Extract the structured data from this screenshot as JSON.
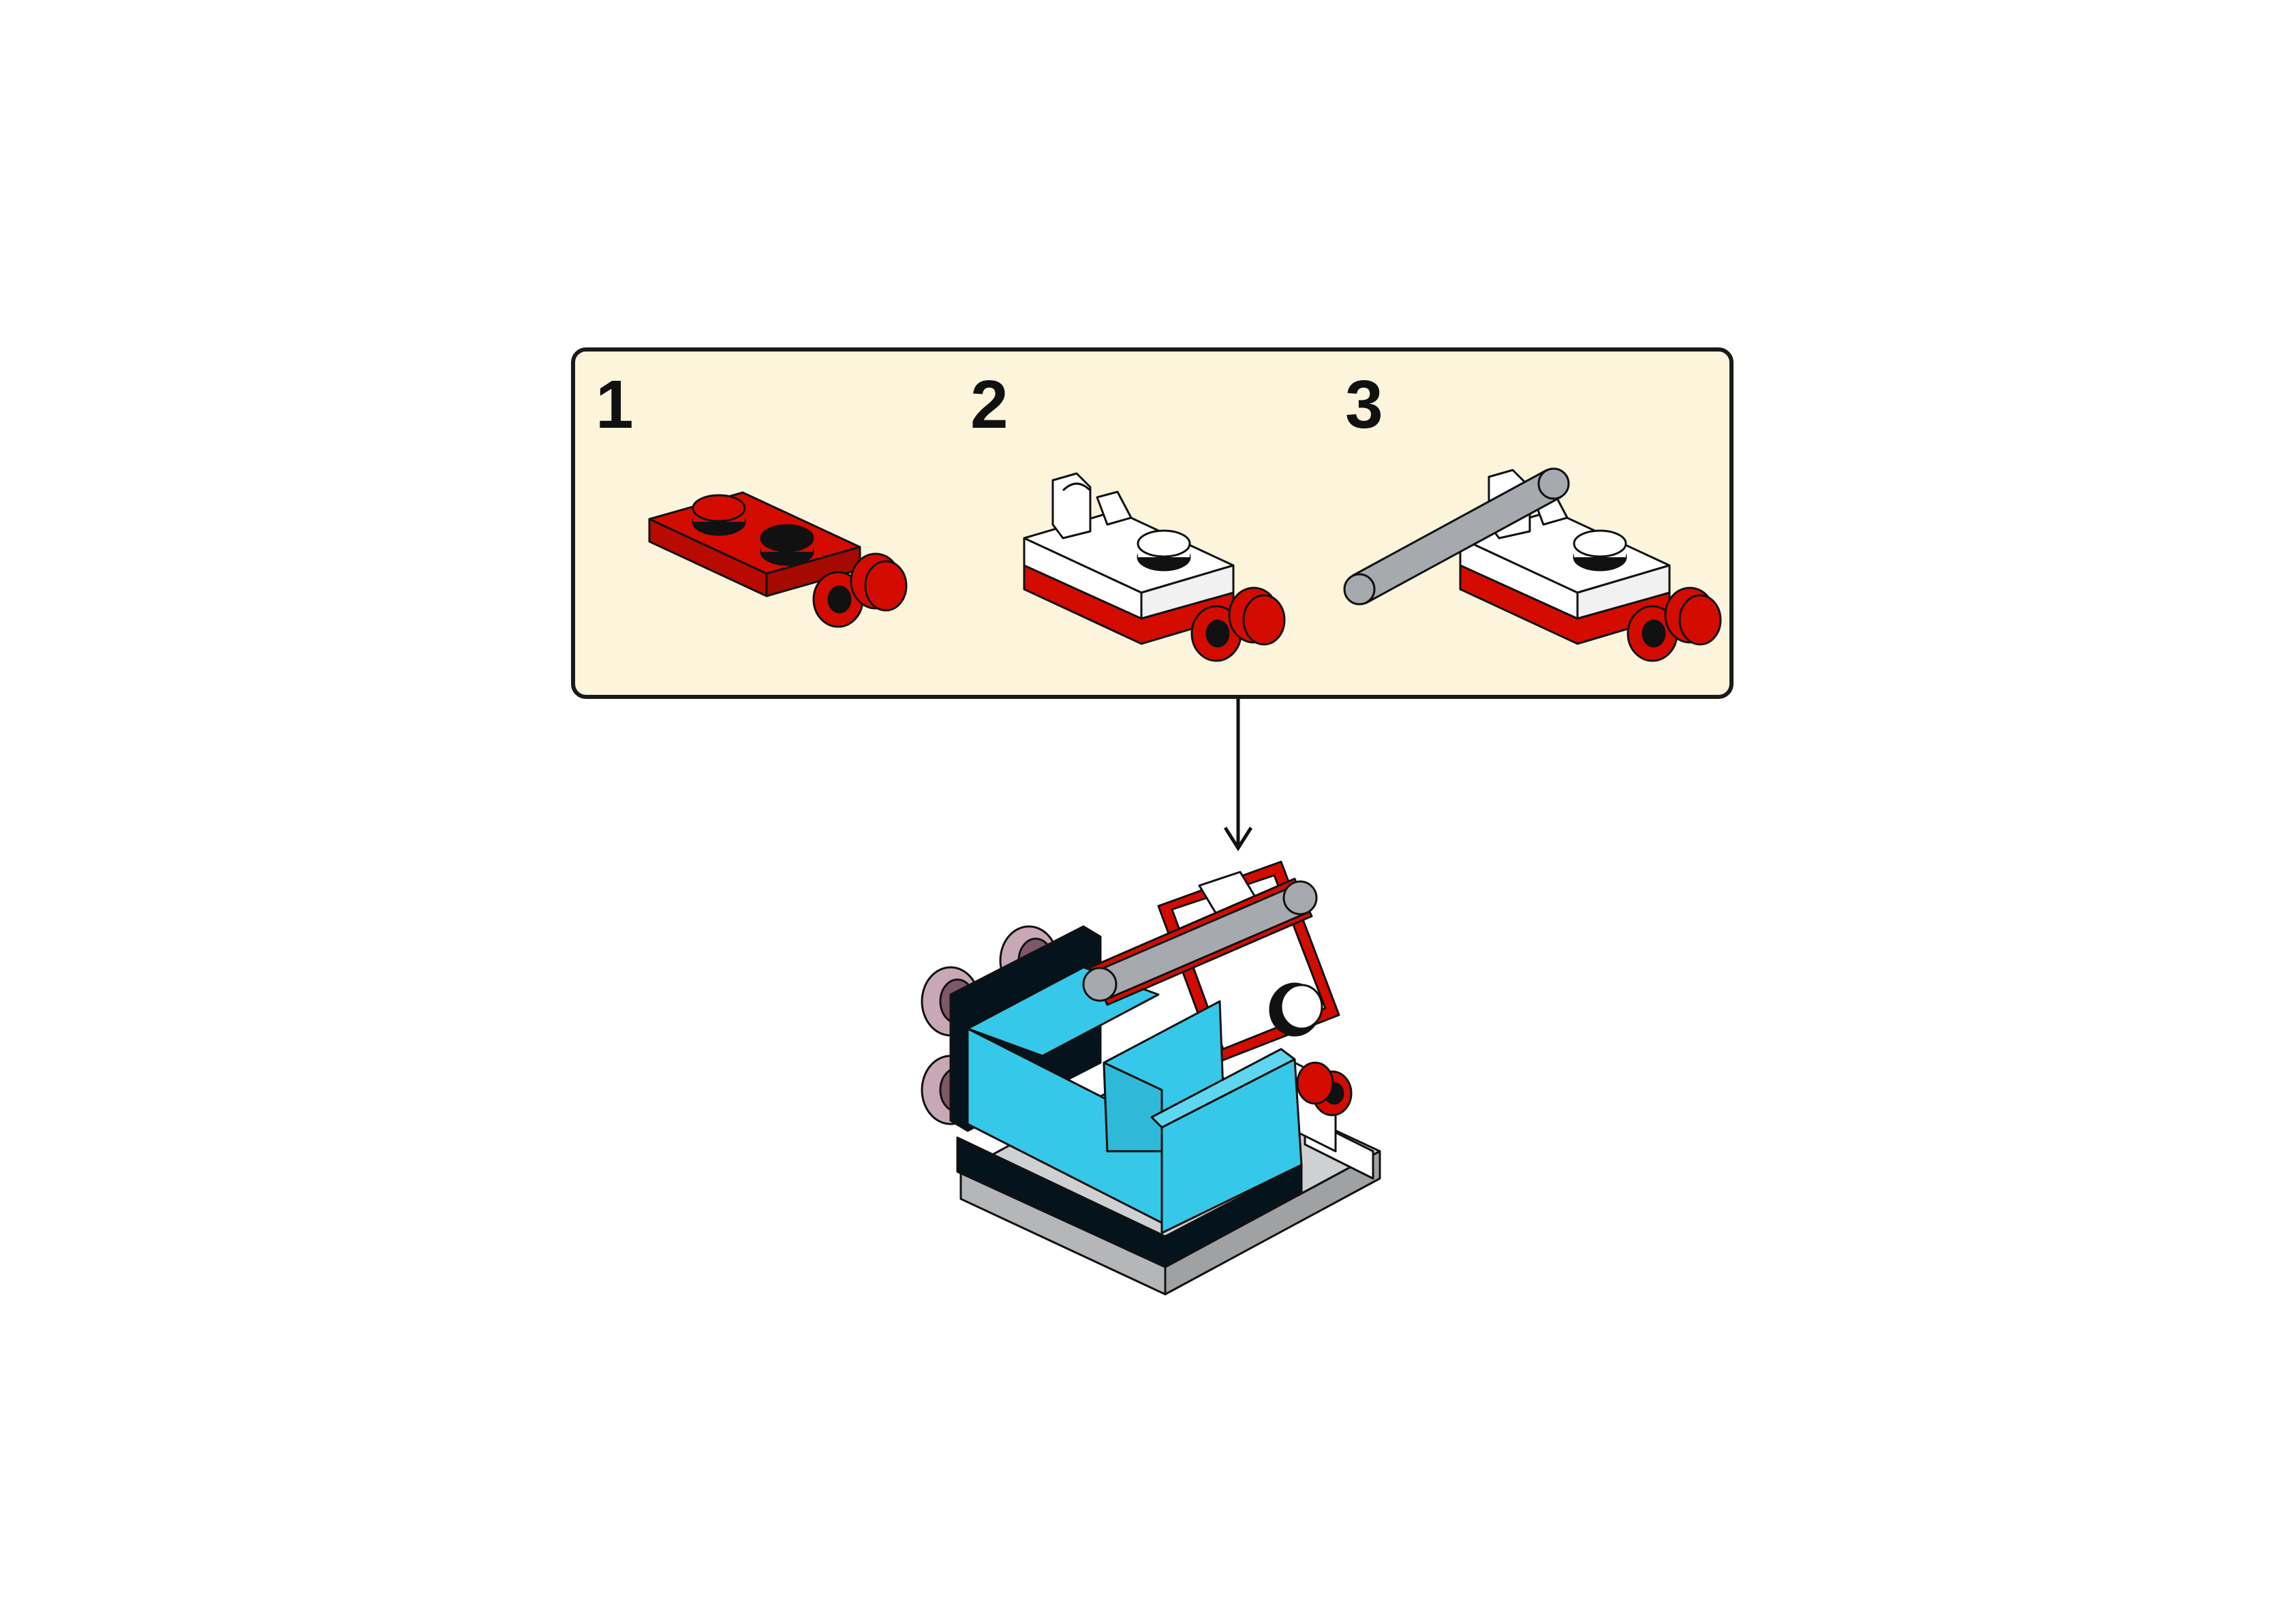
{
  "steps": [
    {
      "number": "1",
      "parts": [
        "red-plate-1x2-with-clips"
      ]
    },
    {
      "number": "2",
      "parts": [
        "white-plate-with-clip",
        "red-plate-1x2-with-clips"
      ]
    },
    {
      "number": "3",
      "parts": [
        "grey-bar",
        "white-plate-with-clip",
        "red-plate-1x2-with-clips"
      ]
    }
  ],
  "colors": {
    "callout_background": "#fdf4dc",
    "callout_border": "#1a1a1a",
    "brick_red": "#d40c00",
    "brick_white": "#ffffff",
    "brick_grey": "#a6a9ad",
    "brick_azure": "#36c8e8",
    "brick_black": "#05131d",
    "brick_light_grey": "#b5b6b8",
    "trans_clear": "#c9a8b6"
  },
  "icons": [
    "down-arrow-icon"
  ]
}
